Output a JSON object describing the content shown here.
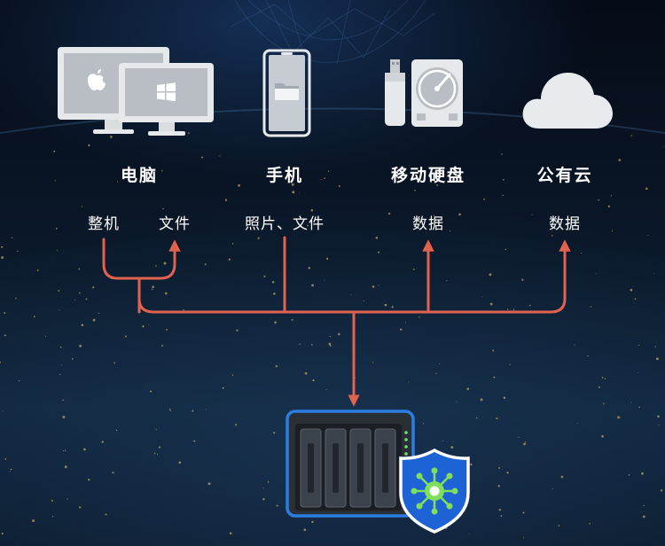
{
  "devices": {
    "computer": {
      "title": "电脑",
      "sub_left": "整机",
      "sub_right": "文件"
    },
    "phone": {
      "title": "手机",
      "sub": "照片、文件"
    },
    "external_drive": {
      "title": "移动硬盘",
      "sub": "数据"
    },
    "public_cloud": {
      "title": "公有云",
      "sub": "数据"
    }
  },
  "colors": {
    "connector": "#e0624f",
    "device_fill": "#e8ebee",
    "nas_border": "#2a7de1",
    "shield_fill": "#1e63d6",
    "virus_green": "#7ee05a"
  },
  "icons": [
    "apple-icon",
    "windows-icon",
    "folder-icon",
    "usb-drive-icon",
    "hard-disk-icon",
    "cloud-icon",
    "nas-icon",
    "shield-icon",
    "virus-icon"
  ]
}
